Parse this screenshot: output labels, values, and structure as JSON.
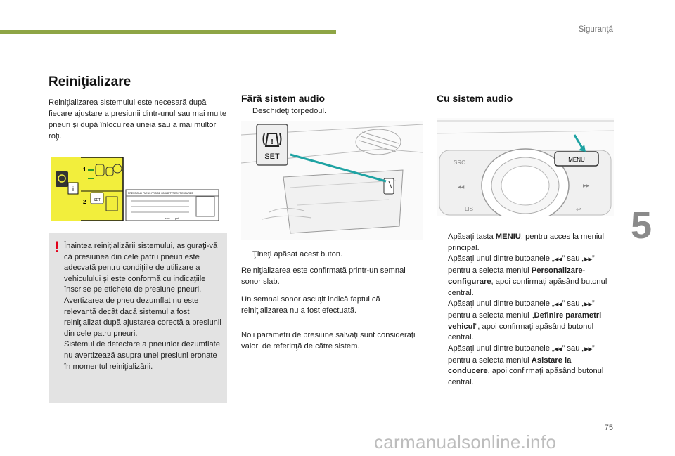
{
  "header": {
    "section": "Siguranţă"
  },
  "chapter": "5",
  "page_number": "75",
  "watermark": "carmanualsonline.info",
  "title": "Reiniţializare",
  "intro": "Reiniţializarea sistemului este necesară după fiecare ajustare a presiunii dintr-unul sau mai multe pneuri şi după înlocuirea uneia sau a mai multor roţi.",
  "label_figure": {
    "step1": "1",
    "step2": "2",
    "set": "SET",
    "header": "PRESSIONS PNEUS FROIDE / COLD TYRES PRESSURES",
    "bar": "bars",
    "psi": "psi"
  },
  "warning": {
    "p1": "Înaintea reiniţializării sistemului, asiguraţi-vă că presiunea din cele patru pneuri este adecvată pentru condiţiile de utilizare a vehiculului şi este conformă cu indicaţiile înscrise pe eticheta de presiune pneuri.",
    "p2": "Avertizarea de pneu dezumflat nu este relevantă decât dacă sistemul a fost reiniţializat după ajustarea corectă a presiunii din cele patru pneuri.",
    "p3": "Sistemul de detectare a pneurilor dezumflate nu avertizează asupra unei presiuni eronate în momentul reiniţializării."
  },
  "no_audio": {
    "heading": "Fără sistem audio",
    "bullet_glyph": "",
    "step_open": "Deschideţi torpedoul.",
    "button_label": "SET",
    "step_hold": "Ţineţi apăsat acest buton.",
    "p1": "Reiniţializarea este confirmată printr-un semnal sonor slab.",
    "p2": "Un semnal sonor ascuţit indică faptul că reiniţializarea nu a fost efectuată.",
    "p3": "Noii parametri de presiune salvaţi sunt consideraţi valori de referinţă de către sistem."
  },
  "with_audio": {
    "heading": "Cu sistem audio",
    "radio_labels": {
      "src": "SRC",
      "menu": "MENU",
      "list": "LIST"
    },
    "s1_a": "Apăsaţi tasta ",
    "s1_b": "MENIU",
    "s1_c": ", pentru acces la meniul principal.",
    "s2_a": "Apăsaţi unul dintre butoanele „",
    "s2_b": "” sau „",
    "s2_c": "” pentru a selecta meniul ",
    "s2_d": "Personalizare-configurare",
    "s2_e": ", apoi confirmaţi apăsând butonul central.",
    "s3_a": "Apăsaţi unul dintre butoanele „",
    "s3_b": "” sau „",
    "s3_c": "” pentru a selecta meniul „",
    "s3_d": "Definire parametri vehicul",
    "s3_e": "”, apoi confirmaţi apăsând butonul central.",
    "s4_a": "Apăsaţi unul dintre butoanele „",
    "s4_b": "” sau „",
    "s4_c": "” pentru a selecta meniul ",
    "s4_d": "Asistare la conducere",
    "s4_e": ", apoi confirmaţi apăsând butonul central.",
    "arrow_left": "◀◀",
    "arrow_right": "▶▶"
  },
  "colors": {
    "accent_green": "#8ea545",
    "warn_red": "#e2001a",
    "pointer_teal": "#1fa3a3",
    "label_yellow": "#f2ee3c"
  }
}
